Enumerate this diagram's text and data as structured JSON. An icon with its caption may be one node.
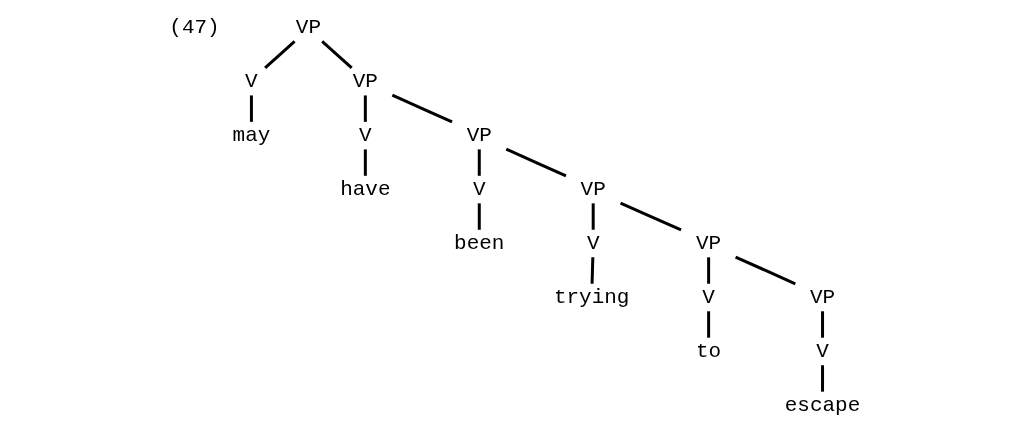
{
  "diagram": {
    "nodes": [
      {
        "text": [
          "VP"
        ]
      },
      {
        "text": [
          "V"
        ]
      },
      {
        "text": [
          "VP"
        ]
      },
      {
        "text": [
          "may"
        ]
      },
      {
        "text": [
          "V"
        ]
      },
      {
        "text": [
          "VP"
        ]
      },
      {
        "text": [
          "have"
        ]
      },
      {
        "text": [
          "V"
        ]
      },
      {
        "text": [
          "VP"
        ]
      },
      {
        "text": [
          "been"
        ]
      },
      {
        "text": [
          "V"
        ]
      },
      {
        "text": [
          "VP"
        ]
      },
      {
        "text": [
          "trying"
        ]
      },
      {
        "text": [
          "V"
        ]
      },
      {
        "text": [
          "VP"
        ]
      },
      {
        "text": [
          "to"
        ]
      },
      {
        "text": [
          "V"
        ]
      },
      {
        "text": [
          "escape"
        ]
      }
    ],
    "edges": [
      {
        "from": 0,
        "to": 1,
        "arrow": "none"
      },
      {
        "from": 0,
        "to": 2,
        "arrow": "none"
      },
      {
        "from": 1,
        "to": 3,
        "arrow": "none"
      },
      {
        "from": 2,
        "to": 4,
        "arrow": "none"
      },
      {
        "from": 2,
        "to": 5,
        "arrow": "none"
      },
      {
        "from": 4,
        "to": 6,
        "arrow": "none"
      },
      {
        "from": 5,
        "to": 7,
        "arrow": "none"
      },
      {
        "from": 5,
        "to": 8,
        "arrow": "none"
      },
      {
        "from": 7,
        "to": 9,
        "arrow": "none"
      },
      {
        "from": 8,
        "to": 10,
        "arrow": "none"
      },
      {
        "from": 8,
        "to": 11,
        "arrow": "none"
      },
      {
        "from": 10,
        "to": 12,
        "arrow": "none"
      },
      {
        "from": 11,
        "to": 13,
        "arrow": "none"
      },
      {
        "from": 11,
        "to": 14,
        "arrow": "none"
      },
      {
        "from": 13,
        "to": 15,
        "arrow": "none"
      },
      {
        "from": 14,
        "to": 16,
        "arrow": "none"
      },
      {
        "from": 16,
        "to": 17,
        "arrow": "none"
      }
    ],
    "labels": [
      "(47)"
    ]
  }
}
